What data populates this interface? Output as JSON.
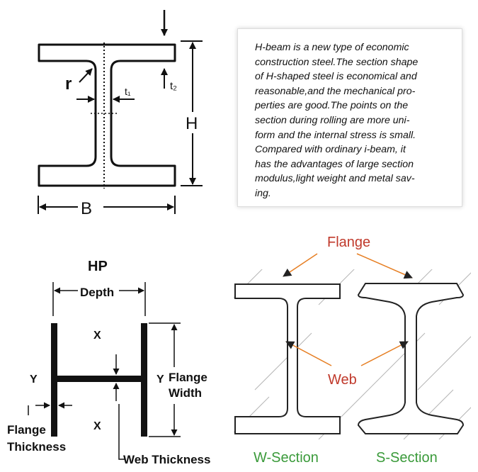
{
  "top": {
    "dim_r": "r",
    "dim_t1": "t₁",
    "dim_t2": "t₂",
    "dim_h": "H",
    "dim_b": "B"
  },
  "description": "H-beam is a new type of economic\nconstruction steel.The section shape\nof H-shaped steel is economical and\nreasonable,and the mechanical pro-\nperties are good.The points on the\nsection during rolling are more uni-\nform and the internal stress is small.\nCompared with ordinary i-beam, it\nhas the advantages of large section\nmodulus,light weight and metal sav-\ning.",
  "hp": {
    "title": "HP",
    "depth": "Depth",
    "axis_x_top": "X",
    "axis_x_bottom": "X",
    "axis_y_left": "Y",
    "axis_y_right": "Y",
    "flange_width_1": "Flange",
    "flange_width_2": "Width",
    "flange_thickness_1": "Flange",
    "flange_thickness_2": "Thickness",
    "web_thickness": "Web Thickness"
  },
  "ws": {
    "flange": "Flange",
    "web": "Web",
    "w_section": "W-Section",
    "s_section": "S-Section",
    "colors": {
      "label_red": "#c0392b",
      "label_green": "#3a9a3a",
      "arrow_orange": "#e67e22"
    }
  }
}
